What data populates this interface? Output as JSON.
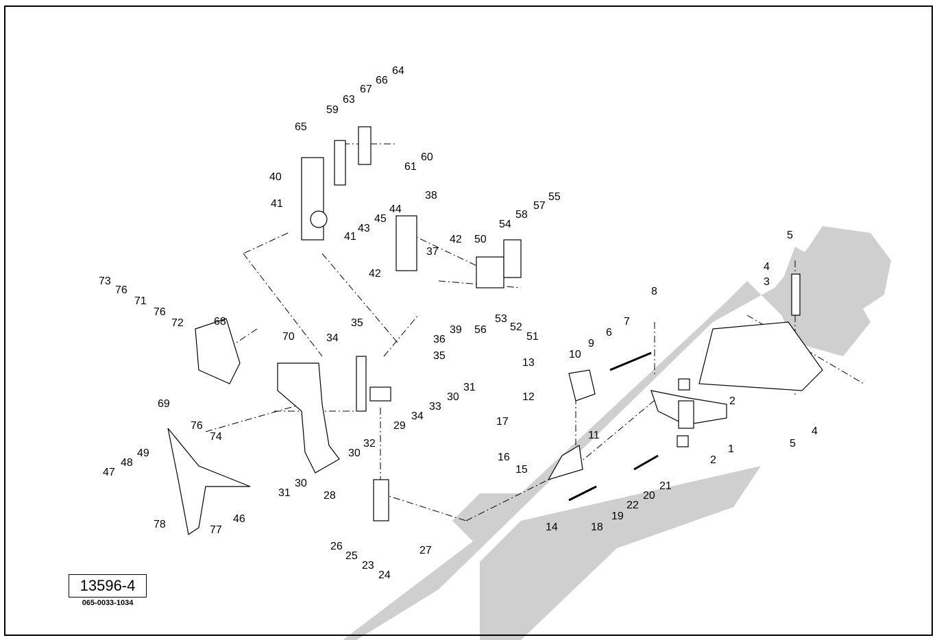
{
  "diagram": {
    "ref_number": "13596-4",
    "ref_code": "065-0033-1034",
    "colors": {
      "line": "#000000",
      "watermark": "#c8c8c8",
      "background": "#ffffff"
    },
    "watermark": "logo-shape",
    "labels": [
      {
        "id": "l64",
        "text": "64"
      },
      {
        "id": "l66",
        "text": "66"
      },
      {
        "id": "l67",
        "text": "67"
      },
      {
        "id": "l63",
        "text": "63"
      },
      {
        "id": "l59",
        "text": "59"
      },
      {
        "id": "l65",
        "text": "65"
      },
      {
        "id": "l61",
        "text": "61"
      },
      {
        "id": "l60",
        "text": "60"
      },
      {
        "id": "l40",
        "text": "40"
      },
      {
        "id": "l44",
        "text": "44"
      },
      {
        "id": "l45",
        "text": "45"
      },
      {
        "id": "l43",
        "text": "43"
      },
      {
        "id": "l41a",
        "text": "41"
      },
      {
        "id": "l41b",
        "text": "41"
      },
      {
        "id": "l38",
        "text": "38"
      },
      {
        "id": "l55",
        "text": "55"
      },
      {
        "id": "l57",
        "text": "57"
      },
      {
        "id": "l58",
        "text": "58"
      },
      {
        "id": "l54",
        "text": "54"
      },
      {
        "id": "l42a",
        "text": "42"
      },
      {
        "id": "l50",
        "text": "50"
      },
      {
        "id": "l37",
        "text": "37"
      },
      {
        "id": "l42b",
        "text": "42"
      },
      {
        "id": "l39",
        "text": "39"
      },
      {
        "id": "l36",
        "text": "36"
      },
      {
        "id": "l56",
        "text": "56"
      },
      {
        "id": "l53",
        "text": "53"
      },
      {
        "id": "l52",
        "text": "52"
      },
      {
        "id": "l51",
        "text": "51"
      },
      {
        "id": "l73",
        "text": "73"
      },
      {
        "id": "l76a",
        "text": "76"
      },
      {
        "id": "l71",
        "text": "71"
      },
      {
        "id": "l76b",
        "text": "76"
      },
      {
        "id": "l72",
        "text": "72"
      },
      {
        "id": "l68",
        "text": "68"
      },
      {
        "id": "l70",
        "text": "70"
      },
      {
        "id": "l34a",
        "text": "34"
      },
      {
        "id": "l35a",
        "text": "35"
      },
      {
        "id": "l35b",
        "text": "35"
      },
      {
        "id": "l31a",
        "text": "31"
      },
      {
        "id": "l30a",
        "text": "30"
      },
      {
        "id": "l33",
        "text": "33"
      },
      {
        "id": "l34b",
        "text": "34"
      },
      {
        "id": "l29",
        "text": "29"
      },
      {
        "id": "l32",
        "text": "32"
      },
      {
        "id": "l30b",
        "text": "30"
      },
      {
        "id": "l69",
        "text": "69"
      },
      {
        "id": "l76c",
        "text": "76"
      },
      {
        "id": "l74",
        "text": "74"
      },
      {
        "id": "l31b",
        "text": "31"
      },
      {
        "id": "l30c",
        "text": "30"
      },
      {
        "id": "l47",
        "text": "47"
      },
      {
        "id": "l48",
        "text": "48"
      },
      {
        "id": "l49",
        "text": "49"
      },
      {
        "id": "l46",
        "text": "46"
      },
      {
        "id": "l77",
        "text": "77"
      },
      {
        "id": "l78",
        "text": "78"
      },
      {
        "id": "l28",
        "text": "28"
      },
      {
        "id": "l26",
        "text": "26"
      },
      {
        "id": "l25",
        "text": "25"
      },
      {
        "id": "l23",
        "text": "23"
      },
      {
        "id": "l24",
        "text": "24"
      },
      {
        "id": "l27",
        "text": "27"
      },
      {
        "id": "l8",
        "text": "8"
      },
      {
        "id": "l7",
        "text": "7"
      },
      {
        "id": "l6",
        "text": "6"
      },
      {
        "id": "l9",
        "text": "9"
      },
      {
        "id": "l10",
        "text": "10"
      },
      {
        "id": "l13",
        "text": "13"
      },
      {
        "id": "l12",
        "text": "12"
      },
      {
        "id": "l11",
        "text": "11"
      },
      {
        "id": "l17",
        "text": "17"
      },
      {
        "id": "l16",
        "text": "16"
      },
      {
        "id": "l15",
        "text": "15"
      },
      {
        "id": "l14",
        "text": "14"
      },
      {
        "id": "l18",
        "text": "18"
      },
      {
        "id": "l19",
        "text": "19"
      },
      {
        "id": "l22",
        "text": "22"
      },
      {
        "id": "l20",
        "text": "20"
      },
      {
        "id": "l21",
        "text": "21"
      },
      {
        "id": "l2a",
        "text": "2"
      },
      {
        "id": "l2b",
        "text": "2"
      },
      {
        "id": "l1",
        "text": "1"
      },
      {
        "id": "l5a",
        "text": "5"
      },
      {
        "id": "l4a",
        "text": "4"
      },
      {
        "id": "l3",
        "text": "3"
      },
      {
        "id": "l4b",
        "text": "4"
      },
      {
        "id": "l5b",
        "text": "5"
      }
    ]
  }
}
